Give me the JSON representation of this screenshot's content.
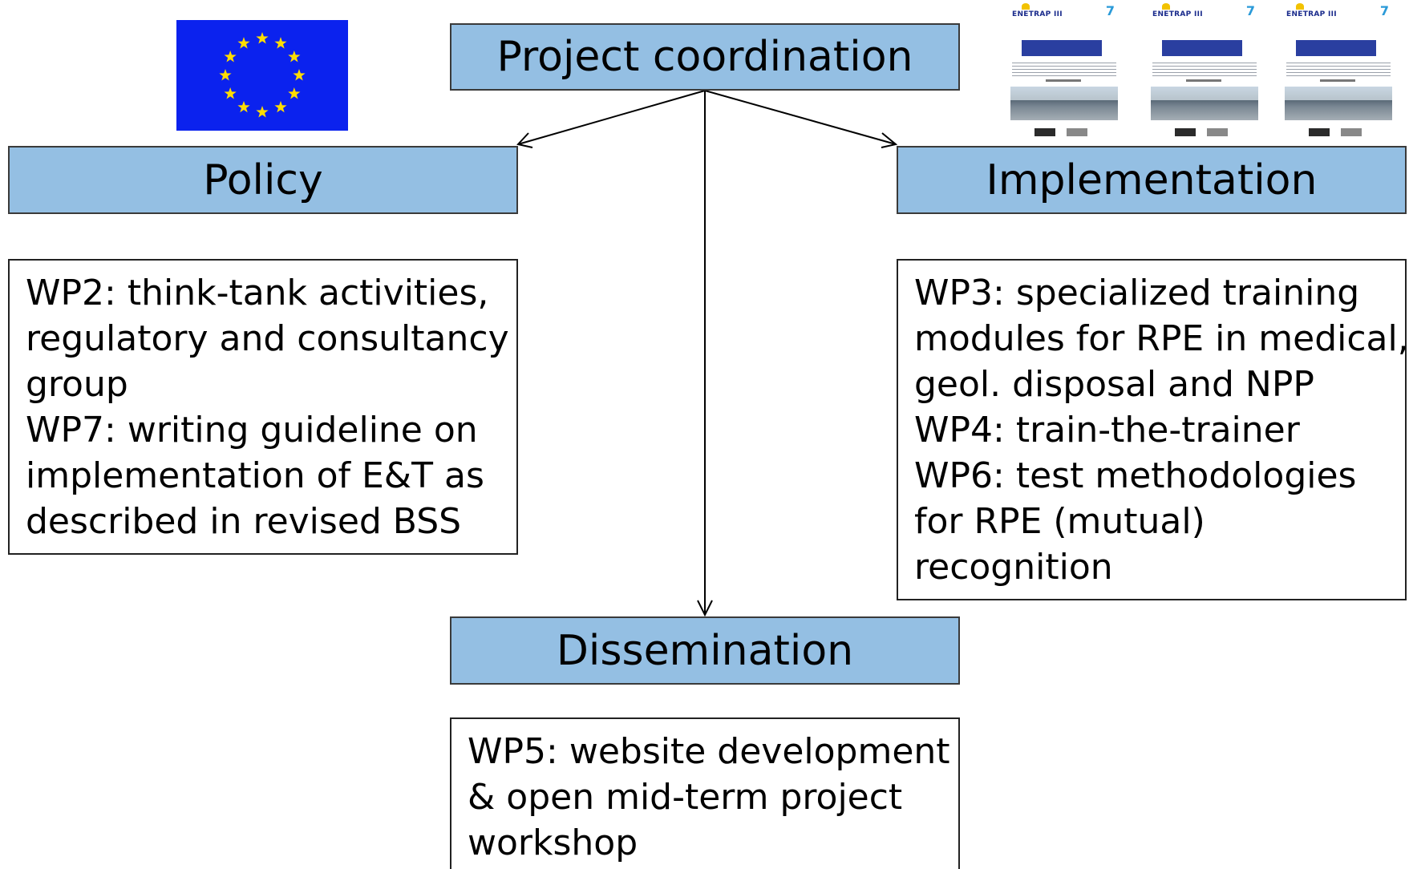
{
  "boxes": {
    "project_coordination": "Project coordination",
    "policy": "Policy",
    "implementation": "Implementation",
    "dissemination": "Dissemination"
  },
  "policy_text": {
    "lines": [
      "WP2: think-tank activities,",
      "regulatory and consultancy",
      "group",
      "WP7: writing guideline on",
      "implementation of E&T as",
      "described in revised BSS"
    ]
  },
  "implementation_text": {
    "lines": [
      "WP3: specialized training",
      "modules for RPE in medical,",
      "geol. disposal and NPP",
      "WP4: train-the-trainer",
      "WP6: test methodologies",
      "for RPE (mutual)",
      "recognition"
    ]
  },
  "dissemination_text": {
    "lines": [
      "WP5: website development",
      "& open mid-term project",
      "workshop"
    ]
  },
  "posters": {
    "titles": [
      "ENETRAP III",
      "ENETRAP III",
      "ENETRAP III"
    ],
    "logo_number": "7"
  },
  "colors": {
    "header_fill": "#94bfe3",
    "eu_blue": "#0b22ee",
    "eu_star": "#ffdd00"
  }
}
